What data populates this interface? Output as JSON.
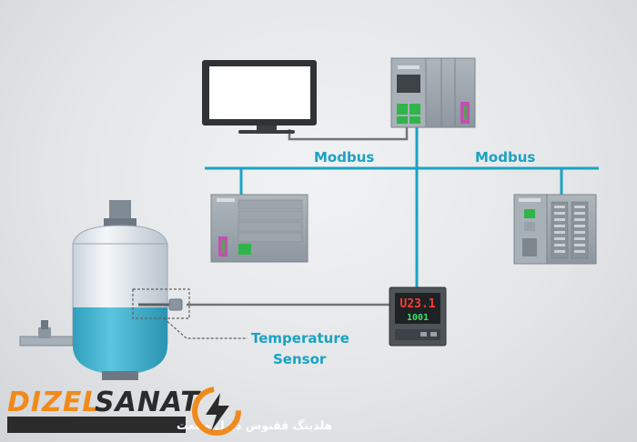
{
  "network": {
    "bus_label_left": "Modbus",
    "bus_label_right": "Modbus"
  },
  "sensor": {
    "label_line1": "Temperature",
    "label_line2": "Sensor"
  },
  "controller": {
    "display_top": "U23.1",
    "display_bottom": "1001"
  },
  "brand": {
    "name_part1": "DIZEL",
    "name_part2": "SANAT",
    "tagline": "هلدینگ ققنوس دیزل صنعت"
  },
  "colors": {
    "cable": "#1aa3c2",
    "brand_orange": "#f08a1c",
    "liquid": "#4bb8d3"
  }
}
